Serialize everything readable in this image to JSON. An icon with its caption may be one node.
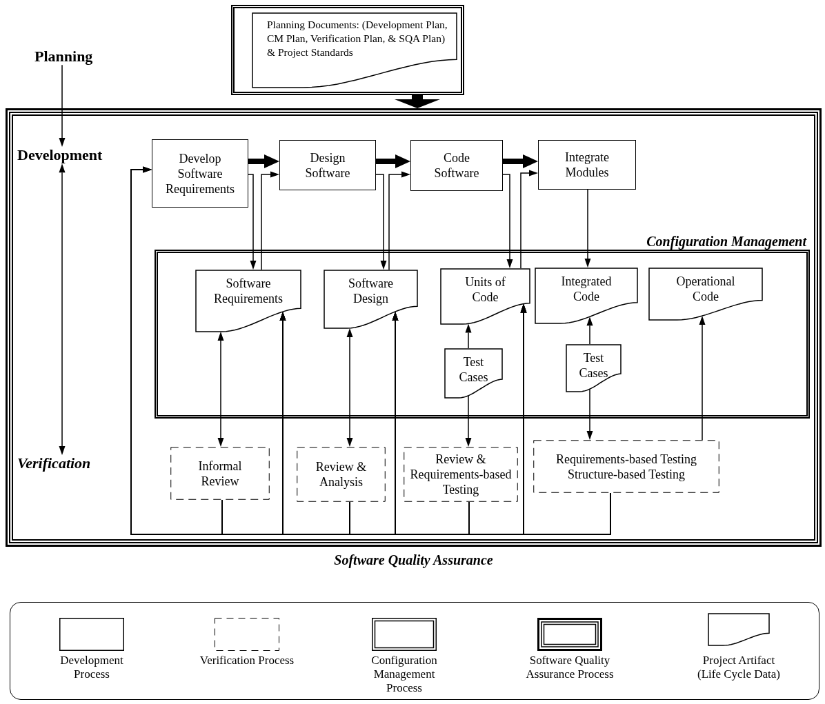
{
  "diagram": {
    "nodes": [
      {
        "text": [],
        "shape": "box"
      },
      {
        "text": [
          "Planning Documents: (Development Plan, CM Plan, Verification Plan, & SQA Plan)",
          "& Project Standards"
        ],
        "in": 0
      },
      {
        "text": [
          "Planning"
        ]
      },
      {
        "text": [
          "Software Quality Assurance"
        ]
      },
      {
        "text": [
          "Development"
        ],
        "in": 3
      },
      {
        "text": [
          "Verification"
        ],
        "in": 3
      },
      {
        "text": [
          "Develop Software Requirements"
        ],
        "in": 3
      },
      {
        "text": [
          "Design Software"
        ],
        "in": 3
      },
      {
        "text": [
          "Code Software"
        ],
        "in": 3
      },
      {
        "text": [
          "Integrate Modules"
        ],
        "in": 3
      },
      {
        "text": [
          "Configuration Management"
        ],
        "in": 3
      },
      {
        "text": [
          "Software Requirements"
        ],
        "in": 10
      },
      {
        "text": [
          "Software Design"
        ],
        "in": 10
      },
      {
        "text": [
          "Units of Code"
        ],
        "in": 10
      },
      {
        "text": [
          "Integrated Code"
        ],
        "in": 10
      },
      {
        "text": [
          "Operational Code"
        ],
        "in": 10
      },
      {
        "text": [
          "Test Cases"
        ],
        "in": 10
      },
      {
        "text": [
          "Test Cases"
        ],
        "in": 10
      },
      {
        "text": [
          "Informal Review"
        ],
        "in": 3
      },
      {
        "text": [
          "Review & Analysis"
        ],
        "in": 3
      },
      {
        "text": [
          "Review & Requirements-based Testing"
        ],
        "in": 3
      },
      {
        "text": [
          "Requirements-based Testing",
          "Structure-based Testing"
        ],
        "in": 3
      }
    ],
    "edges": [
      {
        "from": 0,
        "to": 3,
        "arrow": "to",
        "style": "thick"
      },
      {
        "from": 2,
        "to": 4,
        "arrow": "to"
      },
      {
        "from": 4,
        "to": 5,
        "arrow": "both"
      },
      {
        "from": 6,
        "to": 7,
        "arrow": "to",
        "style": "thick"
      },
      {
        "from": 7,
        "to": 8,
        "arrow": "to",
        "style": "thick"
      },
      {
        "from": 8,
        "to": 9,
        "arrow": "to",
        "style": "thick"
      },
      {
        "from": 6,
        "to": 11,
        "arrow": "to"
      },
      {
        "from": 11,
        "to": 7,
        "arrow": "to"
      },
      {
        "from": 7,
        "to": 12,
        "arrow": "to"
      },
      {
        "from": 12,
        "to": 8,
        "arrow": "to"
      },
      {
        "from": 8,
        "to": 13,
        "arrow": "to"
      },
      {
        "from": 13,
        "to": 9,
        "arrow": "to"
      },
      {
        "from": 9,
        "to": 14,
        "arrow": "to"
      },
      {
        "from": 11,
        "to": 18,
        "arrow": "both"
      },
      {
        "from": 12,
        "to": 19,
        "arrow": "both"
      },
      {
        "from": 16,
        "to": 13,
        "arrow": "to"
      },
      {
        "from": 16,
        "to": 20,
        "arrow": "to"
      },
      {
        "from": 17,
        "to": 14,
        "arrow": "to"
      },
      {
        "from": 17,
        "to": 21,
        "arrow": "to"
      },
      {
        "from": 21,
        "to": 15,
        "arrow": "to"
      },
      {
        "from": 18,
        "to": 6,
        "arrow": "to"
      },
      {
        "from": 18,
        "to": 11,
        "arrow": "to"
      },
      {
        "from": 18,
        "to": 12,
        "arrow": "to"
      },
      {
        "from": 18,
        "to": 13,
        "arrow": "to"
      },
      {
        "from": 19,
        "to": 6,
        "arrow": "to"
      },
      {
        "from": 19,
        "to": 11,
        "arrow": "to"
      },
      {
        "from": 19,
        "to": 12,
        "arrow": "to"
      },
      {
        "from": 19,
        "to": 13,
        "arrow": "to"
      },
      {
        "from": 20,
        "to": 6,
        "arrow": "to"
      },
      {
        "from": 20,
        "to": 11,
        "arrow": "to"
      },
      {
        "from": 20,
        "to": 12,
        "arrow": "to"
      },
      {
        "from": 20,
        "to": 13,
        "arrow": "to"
      },
      {
        "from": 21,
        "to": 6,
        "arrow": "to"
      },
      {
        "from": 21,
        "to": 11,
        "arrow": "to"
      },
      {
        "from": 21,
        "to": 12,
        "arrow": "to"
      },
      {
        "from": 21,
        "to": 13,
        "arrow": "to"
      }
    ],
    "legend": [
      {
        "text": "Development Process"
      },
      {
        "text": "Verification Process"
      },
      {
        "text": "Configuration Management Process"
      },
      {
        "text": "Software Quality Assurance Process"
      },
      {
        "text": "Project Artifact (Life Cycle Data)"
      }
    ]
  }
}
